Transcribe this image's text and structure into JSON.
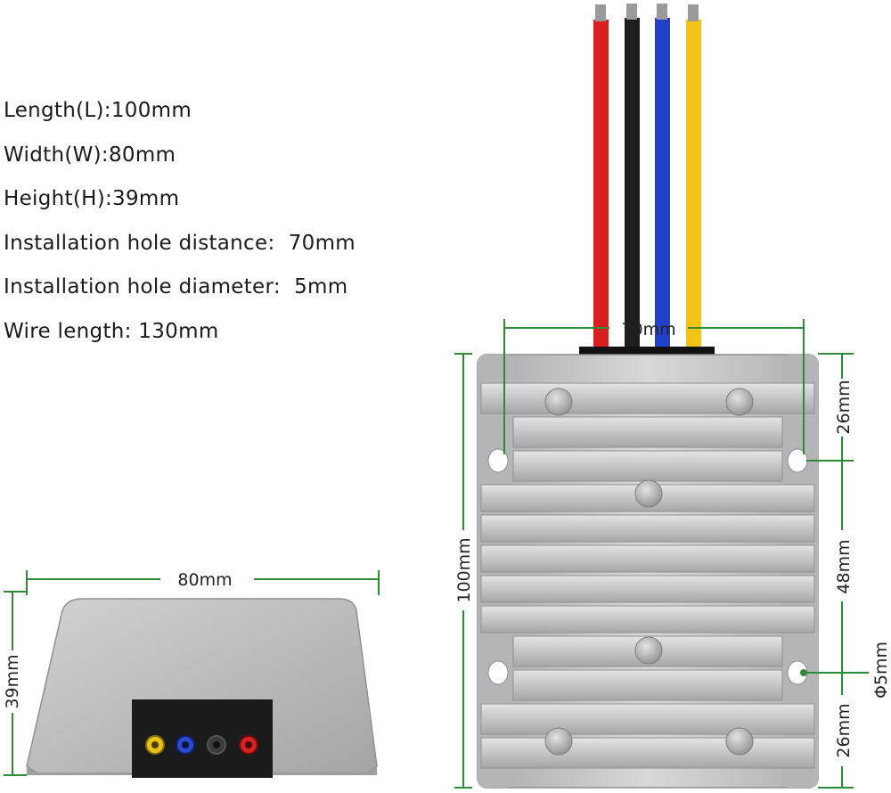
{
  "specs": [
    "Length(L):100mm",
    "Width(W):80mm",
    "Height(H):39mm",
    "Installation hole distance:  70mm",
    "Installation hole diameter:  5mm",
    "Wire length: 130mm"
  ],
  "dimensions": {
    "top_hole_distance": "70mm",
    "length": "100mm",
    "edge_to_hole_top": "26mm",
    "hole_to_hole": "48mm",
    "edge_to_hole_bottom": "26mm",
    "hole_diameter": "Φ5mm",
    "width": "80mm",
    "height": "39mm"
  },
  "colors": {
    "dimension_line": "#2e8b3a",
    "wire_red": "#d81e1e",
    "wire_black": "#1e1e1e",
    "wire_blue": "#2340c8",
    "wire_yellow": "#f2c418",
    "housing": "#bfc1c3"
  }
}
